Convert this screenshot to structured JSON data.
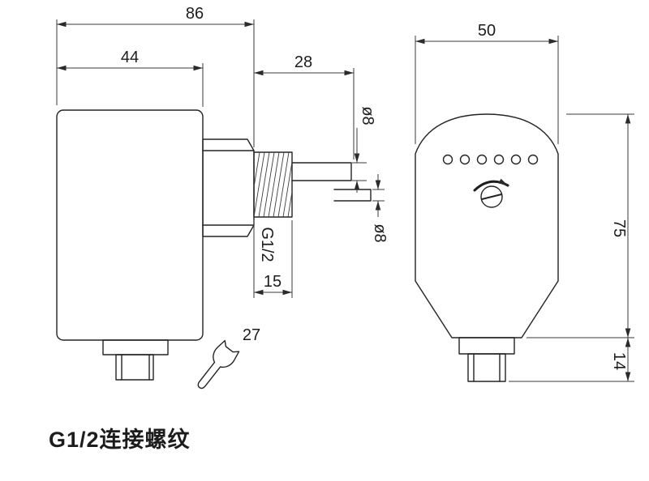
{
  "caption": "G1/2连接螺纹",
  "side_view": {
    "dim_total_width": "86",
    "dim_body_width": "44",
    "dim_probe_section_length": "28",
    "dim_probe_diameter_upper": "ø8",
    "dim_probe_diameter_lower": "ø8",
    "thread_label": "G1/2",
    "dim_thread_length": "15",
    "wrench_size": "27"
  },
  "front_view": {
    "dim_width": "50",
    "dim_body_height": "75",
    "dim_connector_height": "14",
    "led_count": 6
  }
}
